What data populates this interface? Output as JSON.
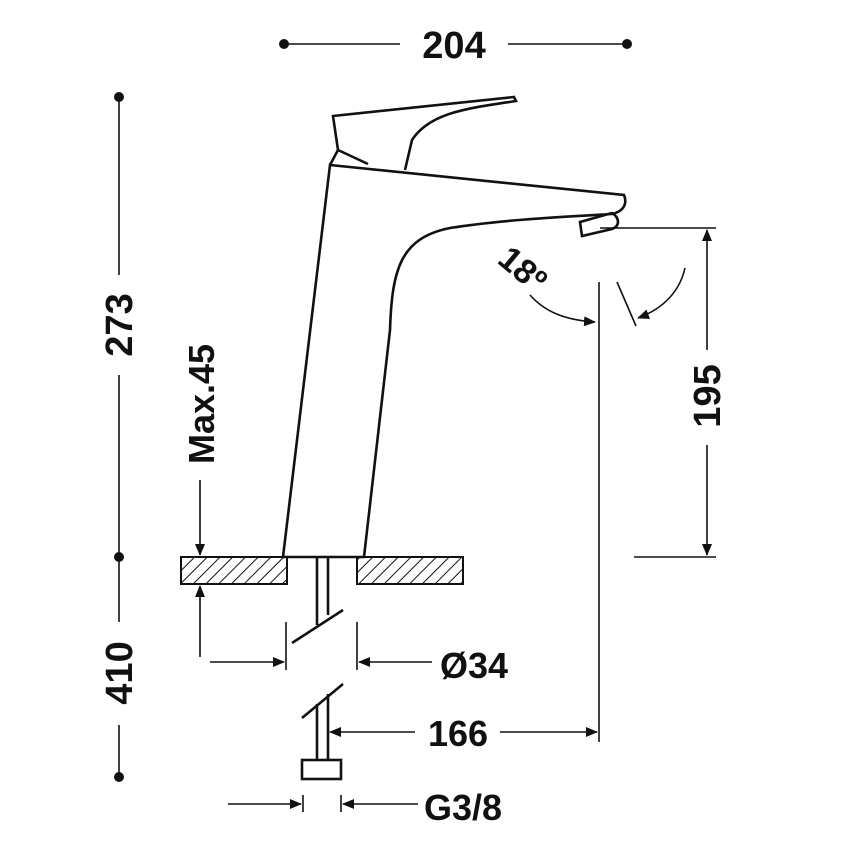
{
  "drawing": {
    "dimensions": {
      "overall_width": "204",
      "overall_height": "273",
      "spout_height": "195",
      "max_deck_thickness": "Max.45",
      "below_deck_length": "410",
      "base_diameter": "Ø34",
      "spout_reach": "166",
      "inlet_thread": "G3/8",
      "handle_angle": "18º"
    },
    "colors": {
      "line": "#111111",
      "background": "#ffffff"
    }
  }
}
